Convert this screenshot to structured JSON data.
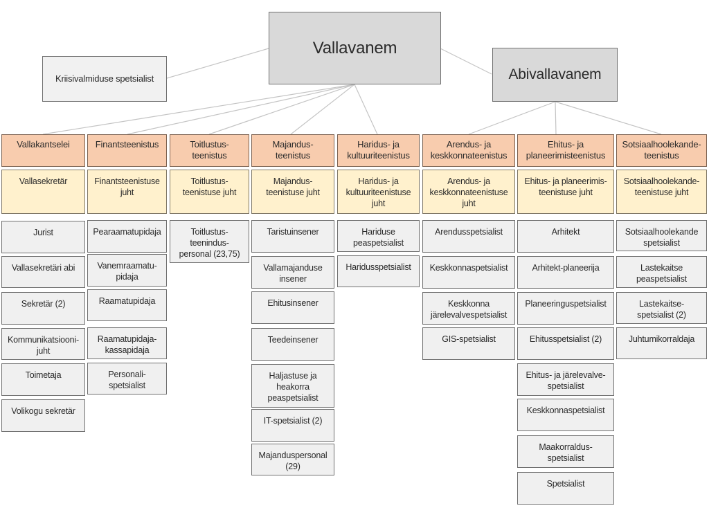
{
  "chart": {
    "top": {
      "title": "Vallavanem"
    },
    "deputy": {
      "title": "Abivallavanem"
    },
    "side": {
      "title": "Kriisivalmiduse spetsialist"
    },
    "columns": [
      {
        "dept": "Vallakantselei",
        "head": "Vallasekretär",
        "positions": [
          "Jurist",
          "Vallasekretäri abi",
          "Sekretär (2)",
          "Kommunikatsiooni-\njuht",
          "Toimetaja",
          "Volikogu sekretär"
        ]
      },
      {
        "dept": "Finantsteenistus",
        "head": "Finantsteenistuse\njuht",
        "positions": [
          "Pearaamatupidaja",
          "Vanemraamatu-\npidaja",
          "Raamatupidaja",
          "Raamatupidaja-\nkassapidaja",
          "Personali-\nspetsialist"
        ]
      },
      {
        "dept": "Toitlustus-\nteenistus",
        "head": "Toitlustus-\nteenistuse juht",
        "positions": [
          "Toitlustus-\nteenindus-\npersonal (23,75)"
        ]
      },
      {
        "dept": "Majandus-\nteenistus",
        "head": "Majandus-\nteenistuse juht",
        "positions": [
          "Taristuinsener",
          "Vallamajanduse\ninsener",
          "Ehitusinsener",
          "Teedeinsener",
          "Haljastuse ja\nheakorra\npeaspetsialist",
          "IT-spetsialist (2)",
          "Majanduspersonal\n(29)"
        ]
      },
      {
        "dept": "Haridus- ja\nkultuuriteenistus",
        "head": "Haridus- ja\nkultuuriteenistuse\njuht",
        "positions": [
          "Hariduse\npeaspetsialist",
          "Haridusspetsialist"
        ]
      },
      {
        "dept": "Arendus- ja\nkeskkonnateenistus",
        "head": "Arendus- ja\nkeskkonnateenistuse\njuht",
        "positions": [
          "Arendusspetsialist",
          "Keskkonnaspetsialist",
          "Keskkonna\njärelevalvespetsialist",
          "GIS-spetsialist"
        ]
      },
      {
        "dept": "Ehitus- ja\nplaneerimisteenistus",
        "head": "Ehitus- ja planeerimis-\nteenistuse juht",
        "positions": [
          "Arhitekt",
          "Arhitekt-planeerija",
          "Planeeringuspetsialist",
          "Ehitusspetsialist (2)",
          "Ehitus- ja järelevalve-\nspetsialist",
          "Keskkonnaspetsialist",
          "Maakorraldus-\nspetsialist",
          "Spetsialist"
        ]
      },
      {
        "dept": "Sotsiaalhoolekande-\nteenistus",
        "head": "Sotsiaalhoolekande-\nteenistuse juht",
        "positions": [
          "Sotsiaalhoolekande\nspetsialist",
          "Lastekaitse\npeaspetsialist",
          "Lastekaitse-\nspetsialist (2)",
          "Juhtumikorraldaja"
        ]
      }
    ]
  }
}
